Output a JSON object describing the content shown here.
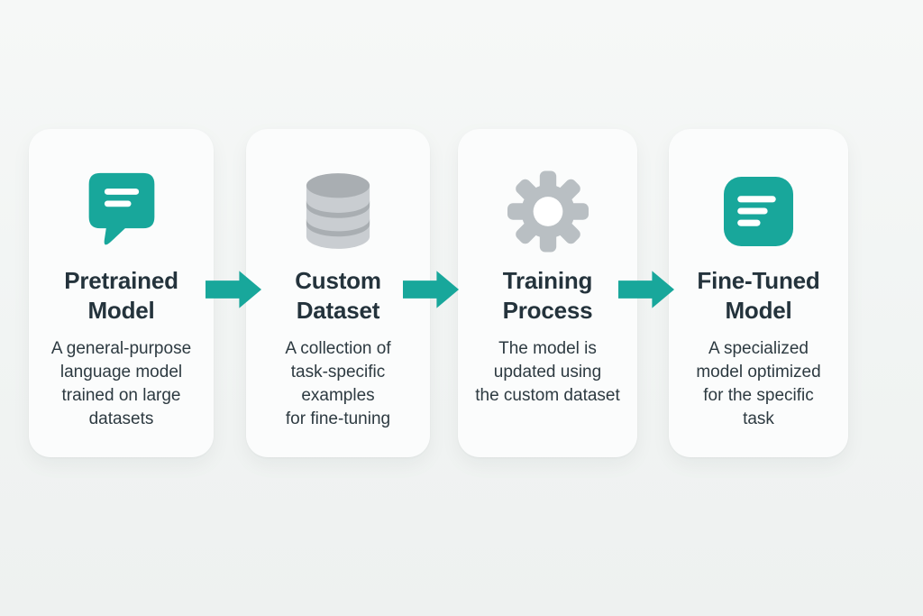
{
  "colors": {
    "teal": "#18a79b",
    "icon-gray": "#b9bfc3",
    "db-gray-light": "#c9cdd1",
    "db-gray-dark": "#a9aeb2",
    "card-bg": "#fbfcfc",
    "page-bg": "#f1f4f3",
    "page-bg-top": "#f6f8f7",
    "title-text": "#24333c",
    "body-text": "#2d3a41"
  },
  "cards": [
    {
      "icon": "chat-bubble",
      "title": "Pretrained\nModel",
      "description": "A general-purpose\nlanguage model\ntrained on large\ndatasets"
    },
    {
      "icon": "database",
      "title": "Custom\nDataset",
      "description": "A collection of\ntask-specific\nexamples\nfor fine-tuning"
    },
    {
      "icon": "gear",
      "title": "Training\nProcess",
      "description": "The model is\nupdated using\nthe custom dataset"
    },
    {
      "icon": "message-lines",
      "title": "Fine-Tuned\nModel",
      "description": "A specialized\nmodel optimized\nfor the specific\ntask"
    }
  ]
}
